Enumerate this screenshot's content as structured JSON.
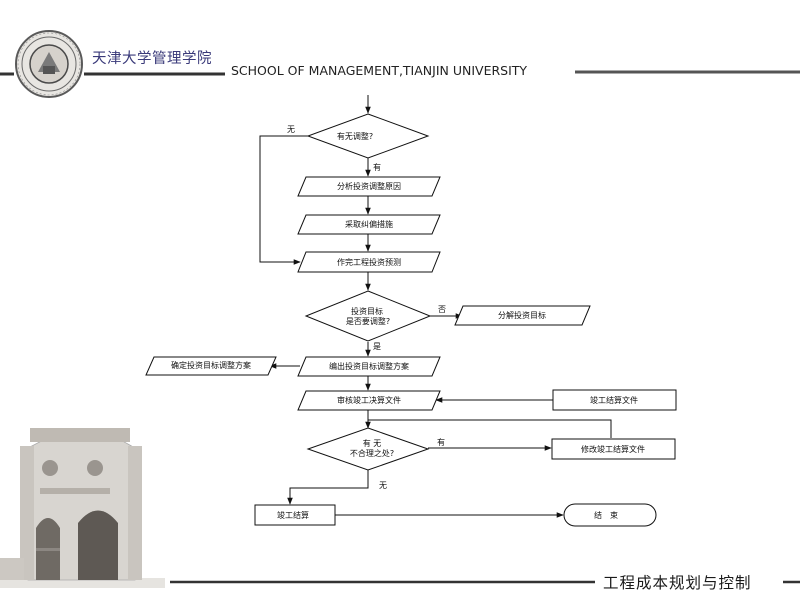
{
  "header": {
    "school_cn": "天津大学管理学院",
    "school_en": "SCHOOL OF MANAGEMENT,TIANJIN UNIVERSITY"
  },
  "footer": {
    "course_title": "工程成本规划与控制"
  },
  "flowchart": {
    "decision_adjust": "有无调整?",
    "analyze_reason": "分析投资调整原因",
    "take_measures": "采取纠偏措施",
    "prepare_forecast": "作完工程投资预测",
    "decision_target_line1": "投资目标",
    "decision_target_line2": "是否要调整?",
    "decompose_target": "分解投资目标",
    "compile_plan": "编出投资目标调整方案",
    "confirm_plan": "确定投资目标调整方案",
    "review_settlement": "审核竣工决算文件",
    "settlement_doc": "竣工结算文件",
    "decision_unreasonable_line1": "有 无",
    "decision_unreasonable_line2": "不合理之处?",
    "modify_settlement": "修改竣工结算文件",
    "completion_settlement": "竣工结算",
    "end": "结　束",
    "edge_no": "无",
    "edge_yes": "有",
    "edge_no_target": "否",
    "edge_yes_target": "是",
    "edge_has": "有",
    "edge_none": "无"
  }
}
